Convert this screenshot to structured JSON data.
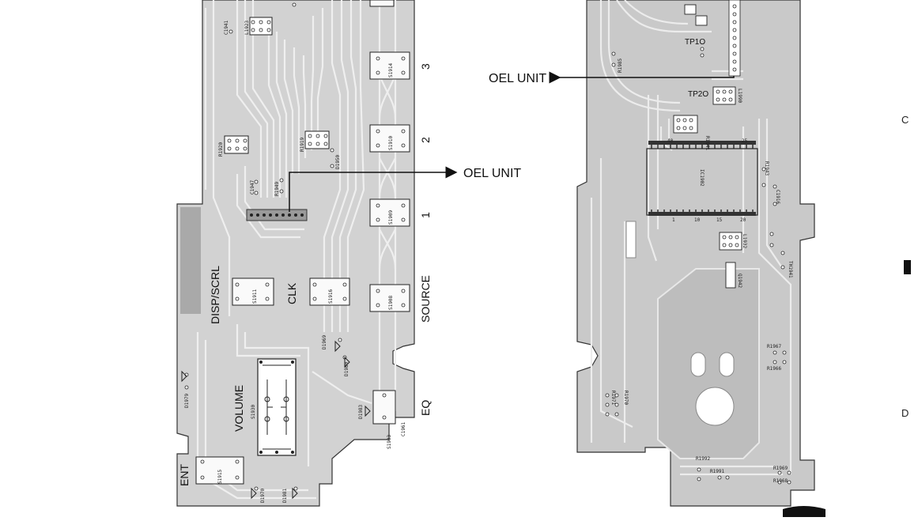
{
  "arrows": {
    "left_board": "OEL UNIT",
    "right_board": "OEL UNIT"
  },
  "left_board": {
    "buttons": {
      "disp_scrl": "DISP/SCRL",
      "clk": "CLK",
      "source": "SOURCE",
      "volume": "VOLUME",
      "eq": "EQ",
      "ent": "ENT",
      "num3": "3",
      "num2": "2",
      "num1": "1"
    },
    "refs": {
      "c1941": "C1941",
      "l1923": "L1923",
      "r1920": "R1920",
      "r1919": "R1919",
      "d1950": "D1950",
      "c1947": "C1947",
      "r1949": "R1949",
      "s1930": "S1930",
      "d1969": "D1969",
      "d1980": "D1980",
      "d1983": "D1983",
      "s1903": "S1903",
      "c1961": "C1961",
      "d1979": "D1979",
      "s1915": "S1915",
      "d1970": "D1970",
      "d1981": "D1981",
      "s1914": "S1914",
      "s1910": "S1910",
      "s1909": "S1909",
      "s1908": "S1908",
      "s1911": "S1911",
      "s1916": "S1916"
    }
  },
  "right_board": {
    "tp1": "TP1O",
    "tp2": "TP2O",
    "refs": {
      "r1985": "R1985",
      "r1941": "R1941",
      "ic1902": "IC1902",
      "r1943": "R1943",
      "c1916": "C1916",
      "l1932": "L1932",
      "q1942": "Q1942",
      "th1941": "TH1941",
      "r1967": "R1967",
      "r1966": "R1966",
      "r1970": "R1970",
      "r1971": "R1971",
      "r1991": "R1991",
      "r1992": "R1992",
      "r1969": "R1969",
      "r1968": "R1968",
      "l1990": "L1990"
    },
    "ic_pins": {
      "p40": "40",
      "p25": "25",
      "p1": "1",
      "p10": "10",
      "p15": "15",
      "p20": "20"
    }
  },
  "edge_labels": {
    "c": "C",
    "d": "D"
  },
  "colors": {
    "board_gray": "#c8c8c8",
    "trace_light": "#e6e6e6",
    "outline": "#333333",
    "ink": "#111111"
  }
}
